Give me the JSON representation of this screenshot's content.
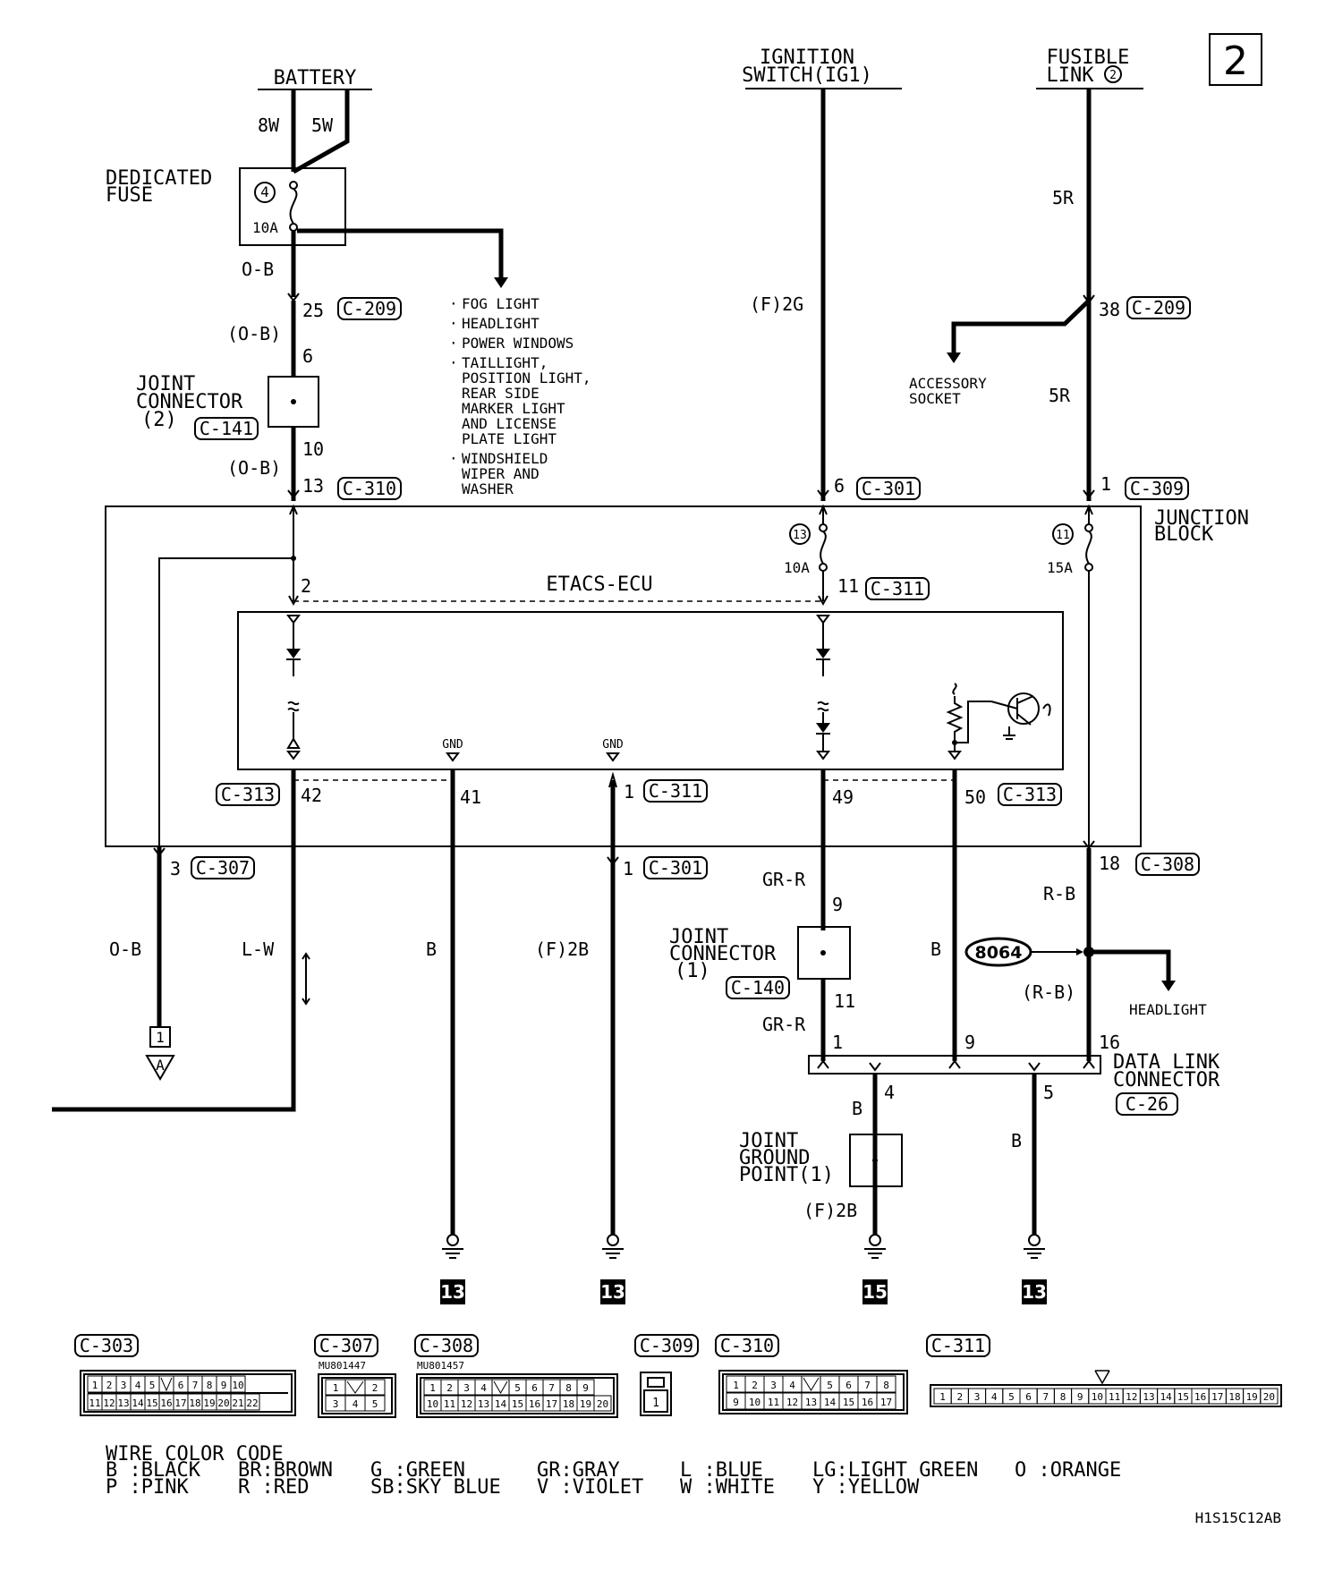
{
  "page_number": "2",
  "diagram_code": "H1S15C12AB",
  "sources": {
    "battery": "BATTERY",
    "ignition_line1": "IGNITION",
    "ignition_line2": "SWITCH(IG1)",
    "fusible_line1": "FUSIBLE",
    "fusible_line2": "LINK",
    "fusible_num": "2"
  },
  "fuse": {
    "label_line1": "DEDICATED",
    "label_line2": "FUSE",
    "num": "4",
    "rating": "10A"
  },
  "wires": {
    "w8w": "8W",
    "w5w": "5W",
    "ob": "O-B",
    "ob_paren": "(O-B)",
    "f2g": "(F)2G",
    "r5": "5R",
    "r5b": "5R",
    "ob_left": "O-B",
    "lw": "L-W",
    "b1": "B",
    "f2b": "(F)2B",
    "grr1": "GR-R",
    "grr2": "GR-R",
    "b2": "B",
    "rb": "R-B",
    "rb_paren": "(R-B)",
    "b3": "B",
    "b4": "B",
    "f2b2": "(F)2B"
  },
  "feeds": [
    "FOG LIGHT",
    "HEADLIGHT",
    "POWER WINDOWS",
    "TAILLIGHT,",
    "POSITION LIGHT,",
    "REAR SIDE",
    "MARKER LIGHT",
    "AND LICENSE",
    "PLATE LIGHT",
    "WINDSHIELD",
    "WIPER AND",
    "WASHER"
  ],
  "accessory": [
    "ACCESSORY",
    "SOCKET"
  ],
  "joint2": [
    "JOINT",
    "CONNECTOR",
    "(2)"
  ],
  "joint1": [
    "JOINT",
    "CONNECTOR",
    "(1)"
  ],
  "ground_point": [
    "JOINT",
    "GROUND",
    "POINT(1)"
  ],
  "junction_block": [
    "JUNCTION",
    "BLOCK"
  ],
  "ecu": "ETACS-ECU",
  "gnd": "GND",
  "fuses_jb": {
    "f13": "13",
    "f13_rating": "10A",
    "f11": "11",
    "f11_rating": "15A"
  },
  "splice": "8064",
  "headlight": "HEADLIGHT",
  "dlc": [
    "DATA LINK",
    "CONNECTOR"
  ],
  "connectors": {
    "c209": "C-209",
    "c141": "C-141",
    "c310": "C-310",
    "c301": "C-301",
    "c309": "C-309",
    "c311": "C-311",
    "c313": "C-313",
    "c307": "C-307",
    "c308": "C-308",
    "c140": "C-140",
    "c26": "C-26",
    "c303": "C-303"
  },
  "pins": {
    "p25": "25",
    "p6": "6",
    "p10": "10",
    "p13": "13",
    "p6b": "6",
    "p38": "38",
    "p1": "1",
    "p2": "2",
    "p11": "11",
    "p42": "42",
    "p41": "41",
    "p1b": "1",
    "p49": "49",
    "p50": "50",
    "p3": "3",
    "p1c": "1",
    "p18": "18",
    "p9": "9",
    "p11b": "11",
    "p1d": "1",
    "p9b": "9",
    "p16": "16",
    "p4": "4",
    "p5": "5"
  },
  "terminal": {
    "num": "1",
    "letter": "A"
  },
  "grounds": [
    "13",
    "13",
    "15",
    "13"
  ],
  "connector_parts": {
    "c307": "MU801447",
    "c308": "MU801457"
  },
  "wire_color_code": {
    "title": "WIRE COLOR CODE",
    "row1": [
      "B :BLACK",
      "BR:BROWN",
      "G :GREEN",
      "GR:GRAY",
      "L :BLUE",
      "LG:LIGHT GREEN",
      "O :ORANGE"
    ],
    "row2": [
      "P :PINK",
      "R :RED",
      "SB:SKY BLUE",
      "V :VIOLET",
      "W :WHITE",
      "Y :YELLOW"
    ]
  }
}
